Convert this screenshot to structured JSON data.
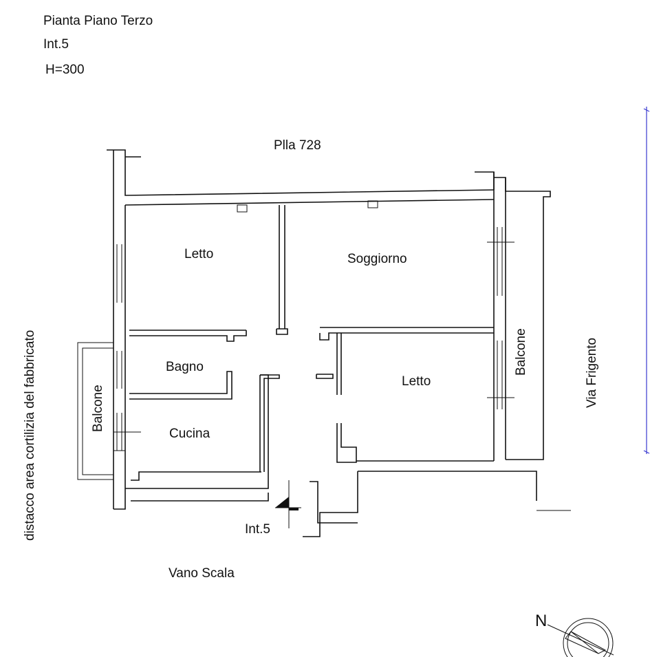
{
  "header": {
    "title": "Pianta Piano Terzo",
    "unit": "Int.5",
    "height": "H=300"
  },
  "labels": {
    "parcel": "Plla 728",
    "room_letto_1": "Letto",
    "room_soggiorno": "Soggiorno",
    "room_bagno": "Bagno",
    "room_letto_2": "Letto",
    "room_cucina": "Cucina",
    "balcone_left": "Balcone",
    "balcone_right": "Balcone",
    "street": "Via Frigento",
    "courtyard": "distacco area cortilizia del fabbricato",
    "entrance": "Int.5",
    "stairs": "Vano Scala",
    "north": "N"
  },
  "colors": {
    "line": "#111111",
    "accent": "#3a3ad0"
  }
}
